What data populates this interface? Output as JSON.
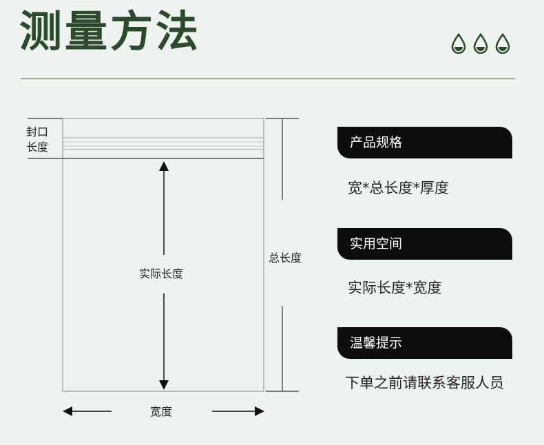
{
  "header": {
    "title": "测量方法",
    "accent_color": "#2c4a2c"
  },
  "diagram": {
    "seal_label_line1": "封口",
    "seal_label_line2": "长度",
    "actual_length_label": "实际长度",
    "total_length_label": "总长度",
    "width_label": "宽度"
  },
  "info": [
    {
      "tag": "产品规格",
      "text": "宽*总长度*厚度"
    },
    {
      "tag": "实用空间",
      "text": "实际长度*宽度"
    },
    {
      "tag": "温馨提示",
      "text": "下单之前请联系客服人员"
    }
  ]
}
